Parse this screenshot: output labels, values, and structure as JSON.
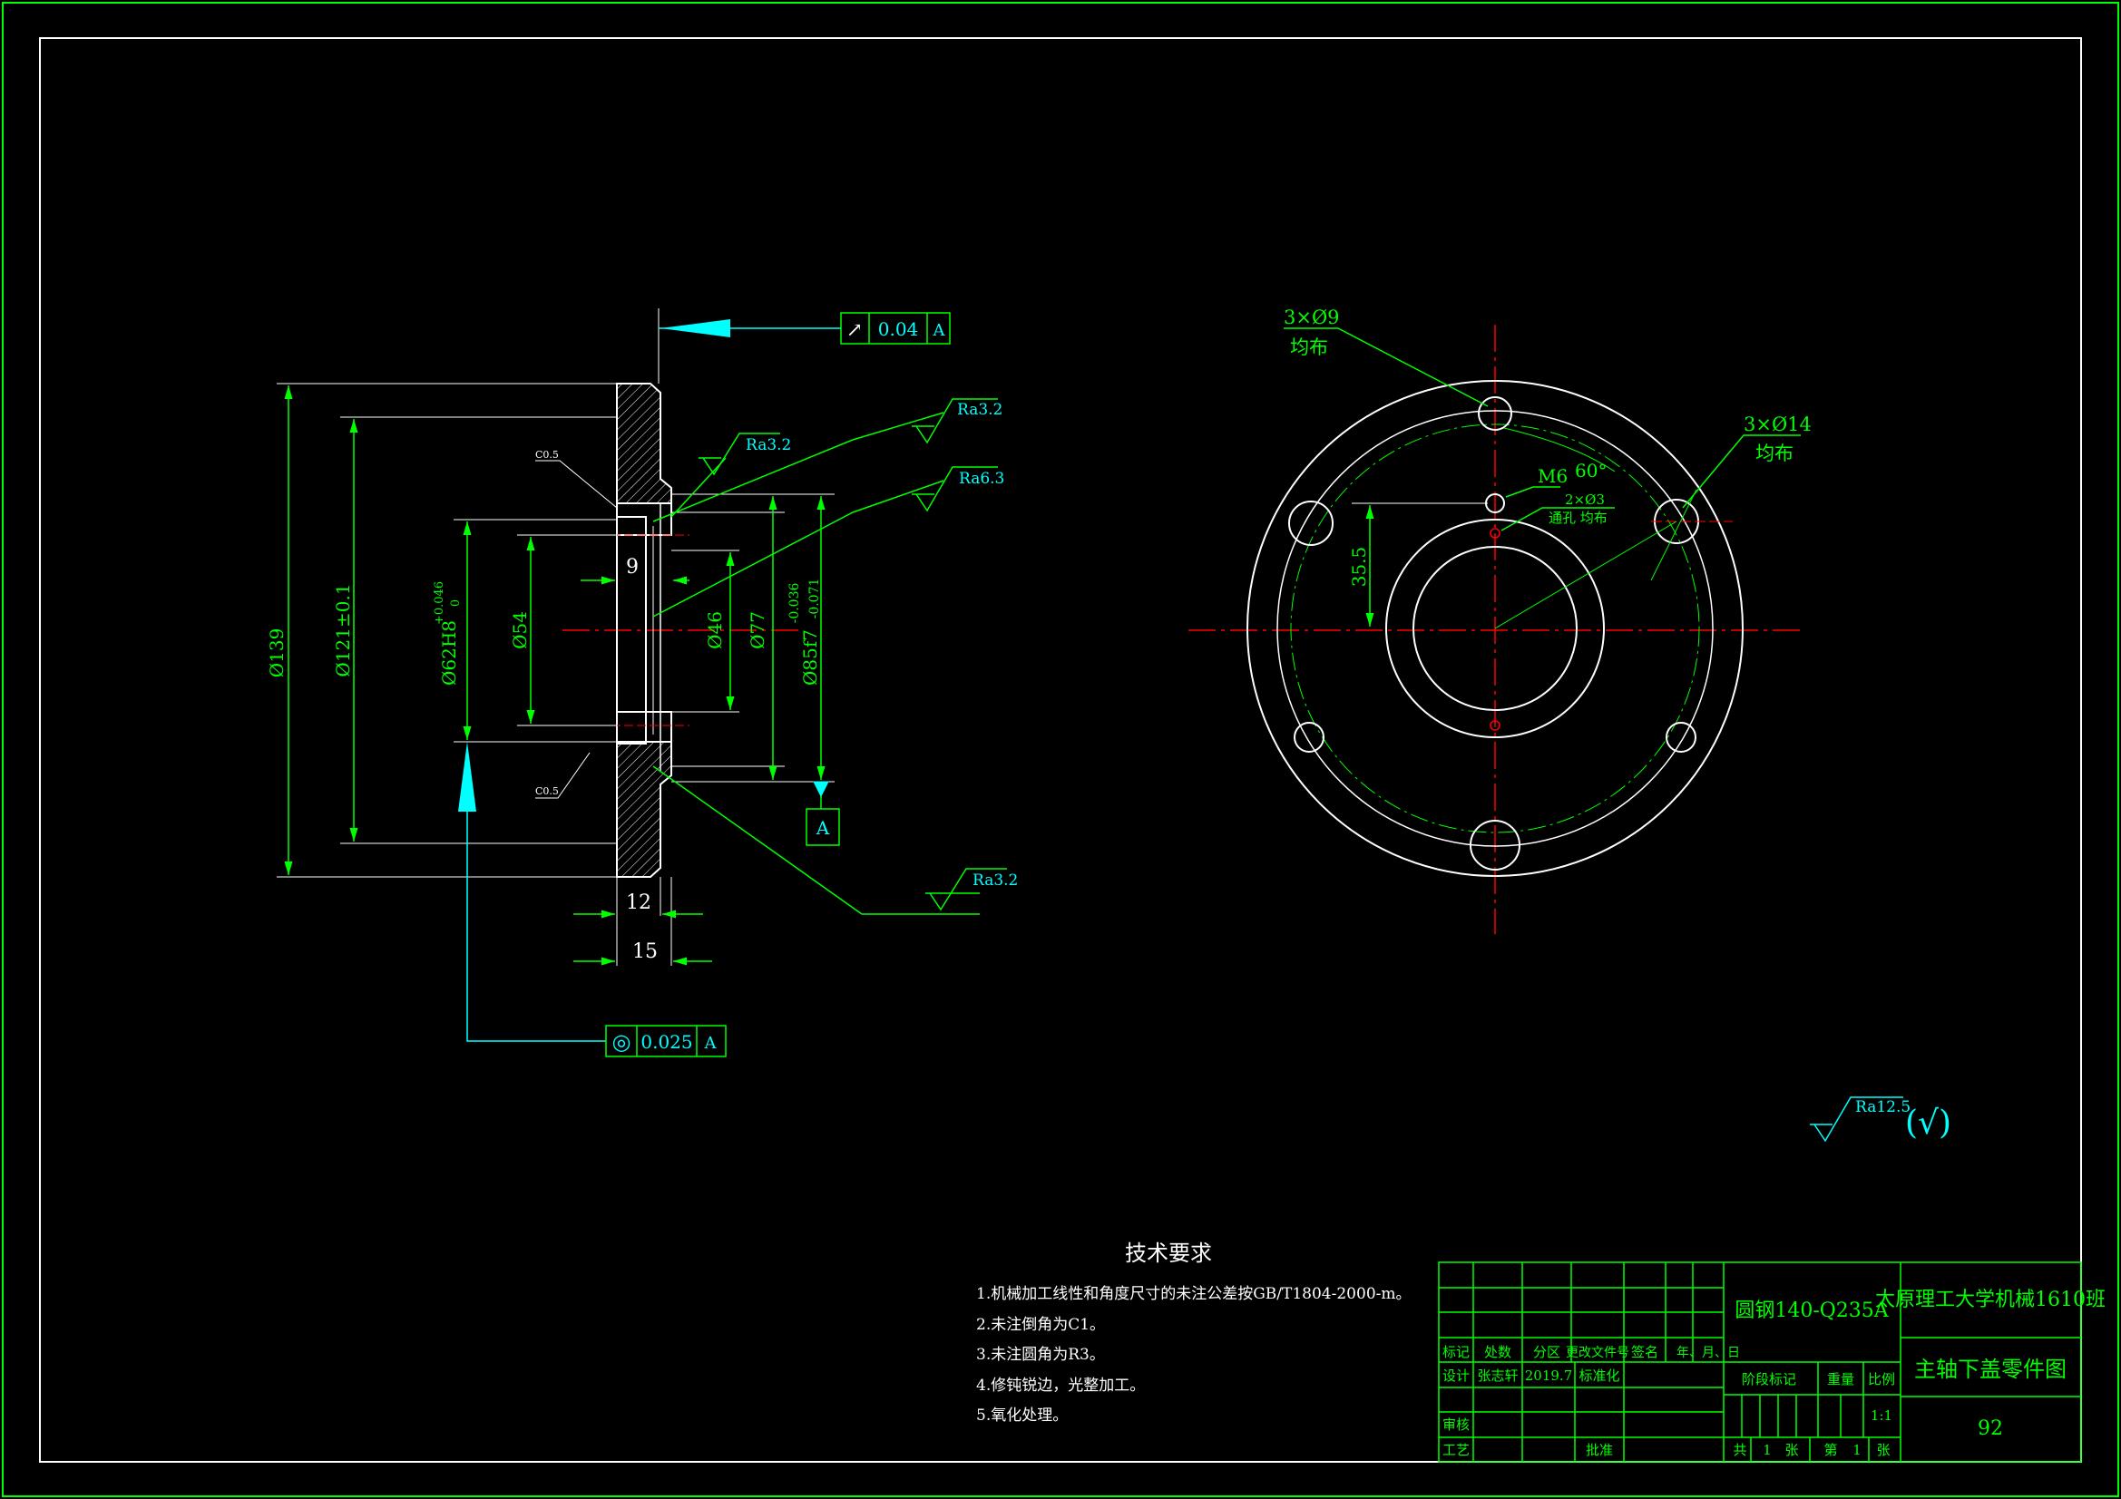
{
  "colors": {
    "background": "#000000",
    "outline": "#ffffff",
    "dimension": "#00ff00",
    "annotation": "#00ffff",
    "centerline": "#ff0000",
    "hatch": "#ffffff",
    "leader": "#00ff00",
    "title_block": "#00ff00"
  },
  "section_view": {
    "dimensions": {
      "d139": "Ø139",
      "d121": "Ø121±0.1",
      "d62": "Ø62H8",
      "d62_tol_upper": "+0.046",
      "d62_tol_lower": "0",
      "d54": "Ø54",
      "d46": "Ø46",
      "d77": "Ø77",
      "d85": "Ø85f7",
      "d85_tol_upper": "-0.036",
      "d85_tol_lower": "-0.071",
      "w9": "9",
      "w12": "12",
      "w15": "15"
    },
    "chamfer_top": "C0.5",
    "chamfer_bottom": "C0.5",
    "datum": "A",
    "runout_tol": {
      "symbol": "↗",
      "value": "0.04",
      "datum": "A"
    },
    "concentricity_tol": {
      "symbol": "◎",
      "value": "0.025",
      "datum": "A"
    },
    "roughness": [
      "Ra3.2",
      "Ra3.2",
      "Ra6.3",
      "Ra3.2"
    ]
  },
  "front_view": {
    "holes_9": "3×Ø9",
    "holes_9_note": "均布",
    "holes_14": "3×Ø14",
    "holes_14_note": "均布",
    "thread": "M6",
    "angle": "60°",
    "small_holes": "2×Ø3",
    "small_holes_note": "通孔  均布",
    "dim_35_5": "35.5"
  },
  "general_roughness": {
    "value": "Ra12.5",
    "paren": "(√)"
  },
  "tech_requirements": {
    "title": "技术要求",
    "items": [
      "1.机械加工线性和角度尺寸的未注公差按GB/T1804-2000-m。",
      "2.未注倒角为C1。",
      "3.未注圆角为R3。",
      "4.修钝锐边，光整加工。",
      "5.氧化处理。"
    ]
  },
  "title_block": {
    "material": "圆钢140-Q235A",
    "school": "太原理工大学机械1610班",
    "drawing_name": "主轴下盖零件图",
    "drawing_no": "92",
    "row_headers": [
      "标记",
      "处数",
      "分区",
      "更改文件号",
      "签名",
      "年、月、日"
    ],
    "design_label": "设计",
    "designer": "张志轩",
    "design_date": "2019.7",
    "standardize_label": "标准化",
    "review_label": "审核",
    "process_label": "工艺",
    "approve_label": "批准",
    "stage_label": "阶段标记",
    "weight_label": "重量",
    "scale_label": "比例",
    "scale": "1:1",
    "sheets_total_label": "共",
    "sheets_total": "1",
    "sheets_unit": "张",
    "sheet_label": "第",
    "sheet_no": "1",
    "sheet_unit": "张"
  }
}
